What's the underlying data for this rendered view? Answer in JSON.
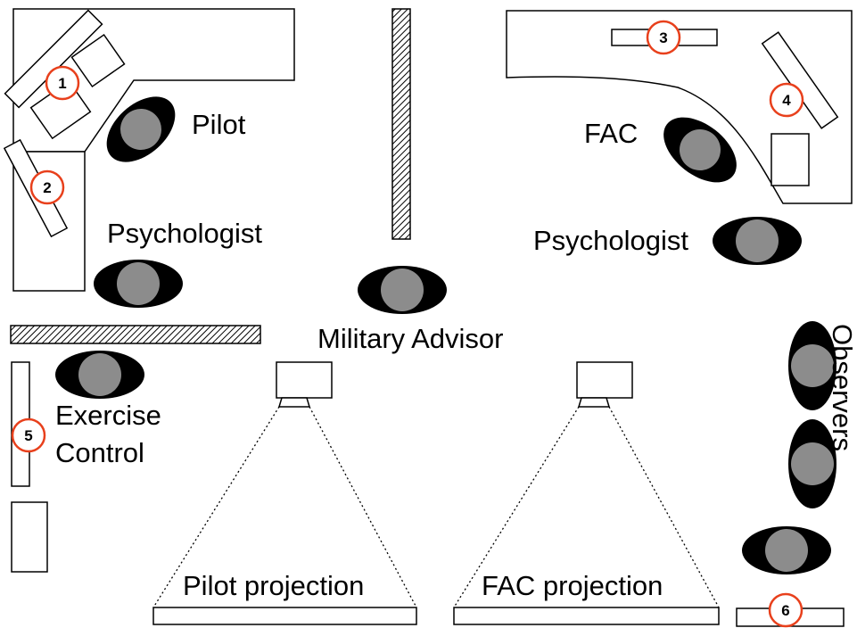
{
  "labels": {
    "pilot": "Pilot",
    "fac": "FAC",
    "psychologist_left": "Psychologist",
    "psychologist_right": "Psychologist",
    "military_advisor": "Military Advisor",
    "exercise_control_line1": "Exercise",
    "exercise_control_line2": "Control",
    "observers": "Observers",
    "pilot_projection": "Pilot projection",
    "fac_projection": "FAC projection"
  },
  "badges": {
    "b1": "1",
    "b2": "2",
    "b3": "3",
    "b4": "4",
    "b5": "5",
    "b6": "6"
  },
  "colors": {
    "badge_ring": "#e8401c",
    "person_outer": "#000000",
    "person_inner": "#8c8c8c",
    "wall_hatch": "#000000"
  }
}
